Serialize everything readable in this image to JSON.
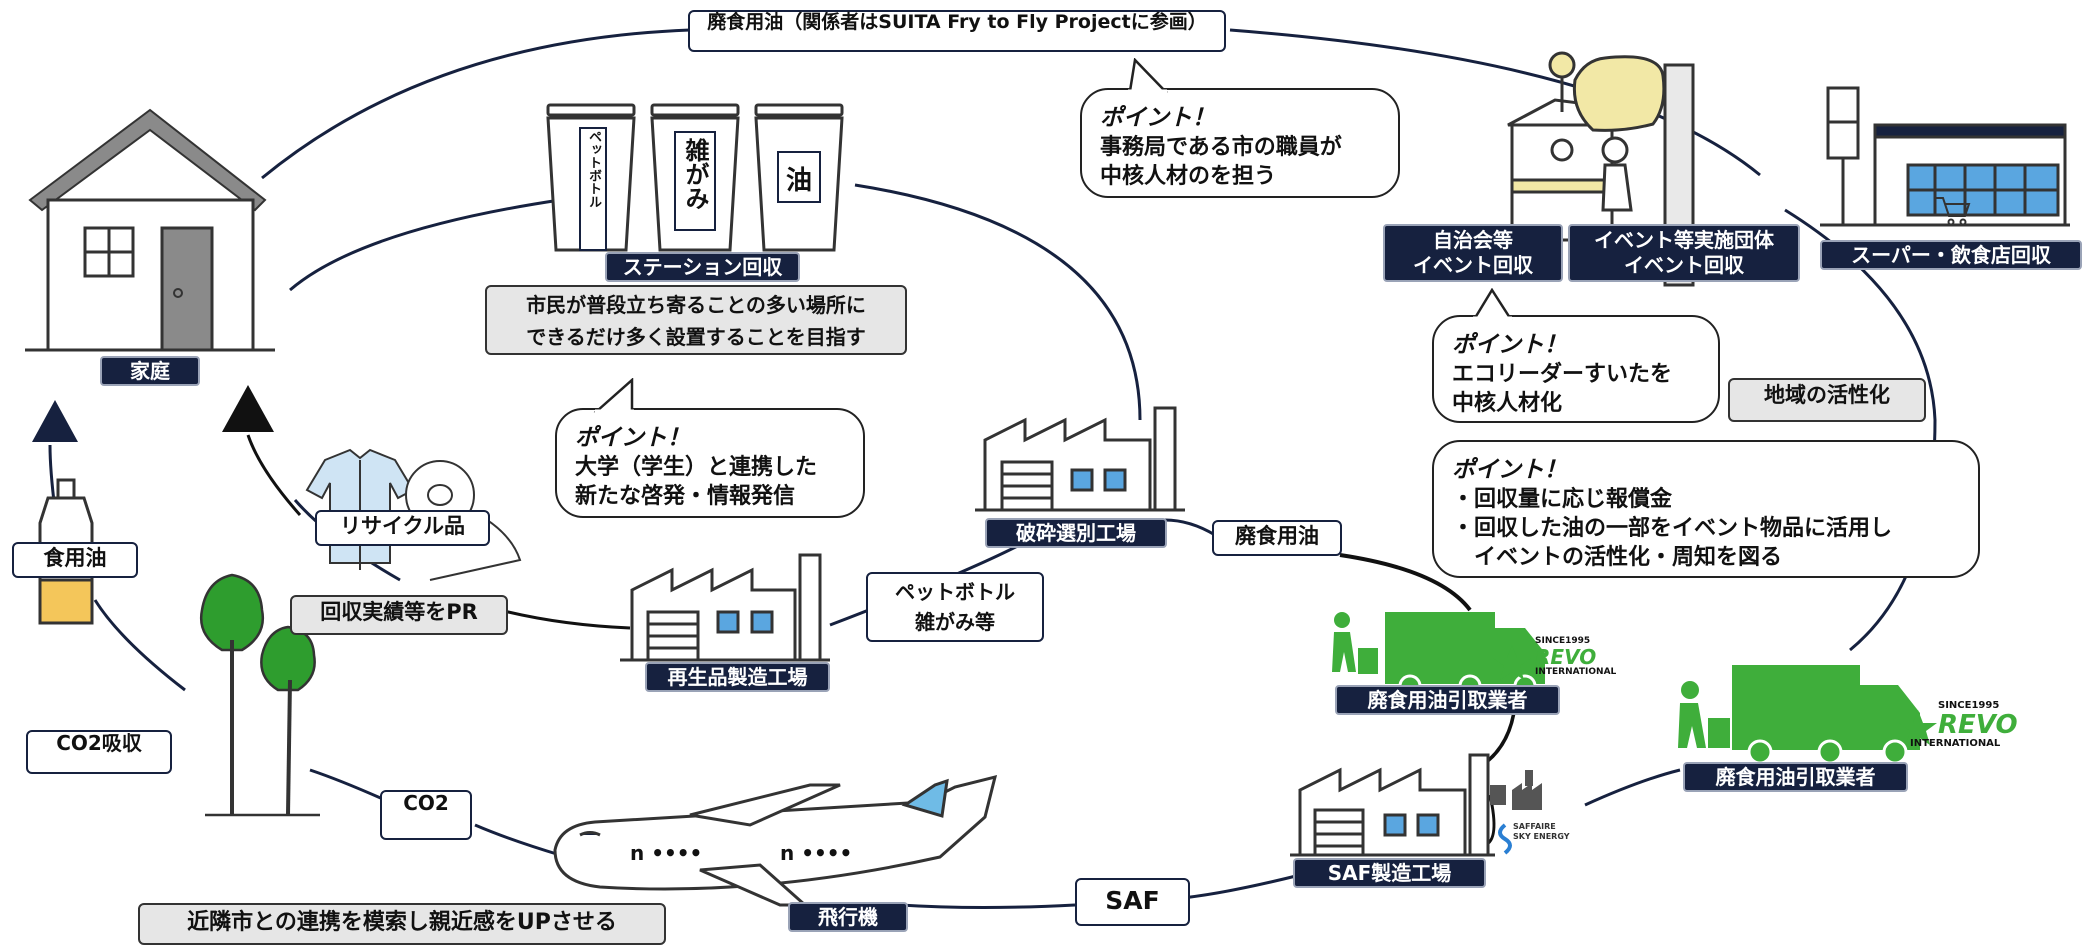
{
  "top_label": "廃食用油（関係者はSUITA Fry to Fly Projectに参画）",
  "nodes": {
    "home": "家庭",
    "station": "ステーション回収",
    "bin_pet": "ペットボトル",
    "bin_paper": "雑がみ",
    "bin_oil": "油",
    "crush_factory": "破砕選別工場",
    "recycle_factory": "再生品製造工場",
    "recycled_goods": "リサイクル品",
    "cooking_oil": "食用油",
    "neighborhood": "自治会等\nイベント回収",
    "event_org": "イベント等実施団体\nイベント回収",
    "supermarket": "スーパー・飲食店回収",
    "collector_1": "廃食用油引取業者",
    "collector_2": "廃食用油引取業者",
    "saf_factory": "SAF製造工場",
    "airplane": "飛行機"
  },
  "flow_labels": {
    "waste_oil": "廃食用油",
    "pet_paper": "ペットボトル\n雑がみ等",
    "saf": "SAF",
    "co2": "CO2",
    "co2_absorb": "CO2吸収",
    "pr": "回収実績等をPR",
    "station_goal": "市民が普段立ち寄ることの多い場所に\nできるだけ多く設置することを目指す",
    "regional": "地域の活性化",
    "neighbor_city": "近隣市との連携を模索し親近感をUPさせる"
  },
  "points": {
    "heading": "ポイント！",
    "office": [
      "事務局である市の職員が",
      "中核人材のを担う"
    ],
    "university": [
      "大学（学生）と連携した",
      "新たな啓発・情報発信"
    ],
    "eco_leader": [
      "エコリーダーすいたを",
      "中核人材化"
    ],
    "reward": [
      "・回収量に応じ報償金",
      "・回収した油の一部をイベント物品に活用し",
      "　イベントの活性化・周知を図る"
    ]
  },
  "logos": {
    "revo_since": "SINCE1995",
    "revo_name": "REVO",
    "revo_sub": "INTERNATIONAL",
    "saffaire": "SAFFAIRE",
    "saffaire_sub": "SKY ENERGY"
  },
  "colors": {
    "navy": "#16213f",
    "truck_green": "#3fae3b",
    "window_blue": "#5aa6e0",
    "tree_green": "#2e9d2e",
    "oil_yellow": "#f4c65a",
    "plane_blue": "#6fbbe6"
  }
}
